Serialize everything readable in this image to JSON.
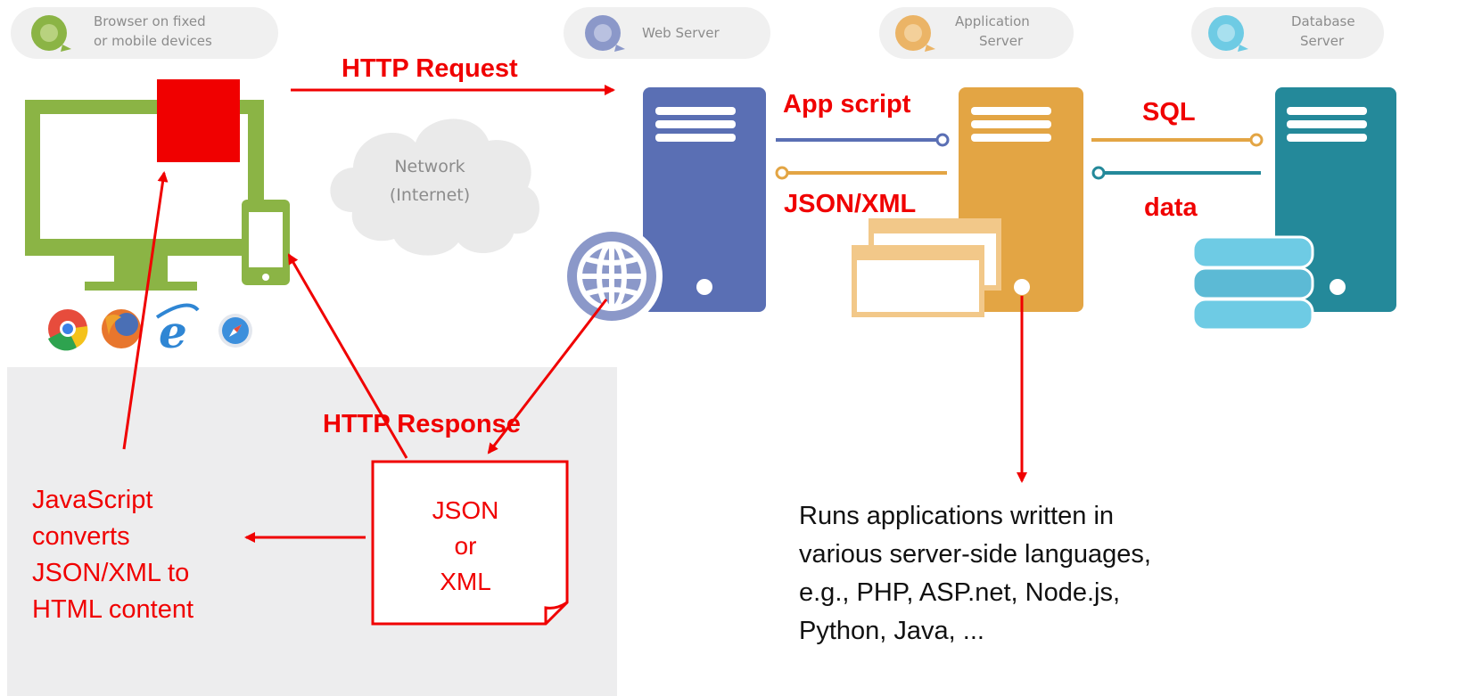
{
  "tiers": {
    "browser": {
      "label_line1": "Browser on fixed",
      "label_line2": "or mobile devices",
      "color": "#8bb445"
    },
    "web": {
      "label": "Web Server",
      "color": "#5a6fb4"
    },
    "app": {
      "label_line1": "Application",
      "label_line2": "Server",
      "color": "#e3a544"
    },
    "db": {
      "label_line1": "Database",
      "label_line2": "Server",
      "color": "#24899a"
    }
  },
  "network": {
    "line1": "Network",
    "line2": "(Internet)"
  },
  "flows": {
    "http_request": "HTTP Request",
    "http_response": "HTTP Response",
    "app_script": "App script",
    "json_xml": "JSON/XML",
    "sql": "SQL",
    "data": "data"
  },
  "payload": {
    "line1": "JSON",
    "line2": "or",
    "line3": "XML"
  },
  "javascript_note": [
    "JavaScript",
    "converts",
    "JSON/XML to",
    "HTML content"
  ],
  "app_server_note": [
    "Runs applications written in",
    "various server-side languages,",
    "e.g., PHP, ASP.net, Node.js,",
    "Python, Java, ..."
  ],
  "browser_icons": [
    "chrome-icon",
    "firefox-icon",
    "ie-icon",
    "safari-icon"
  ],
  "colors": {
    "annotation_red": "#f00000",
    "panel_gray": "#ededee",
    "pill_gray": "#f0f0f0",
    "web_globe": "#8b98c9",
    "window_orange": "#f2c889"
  }
}
